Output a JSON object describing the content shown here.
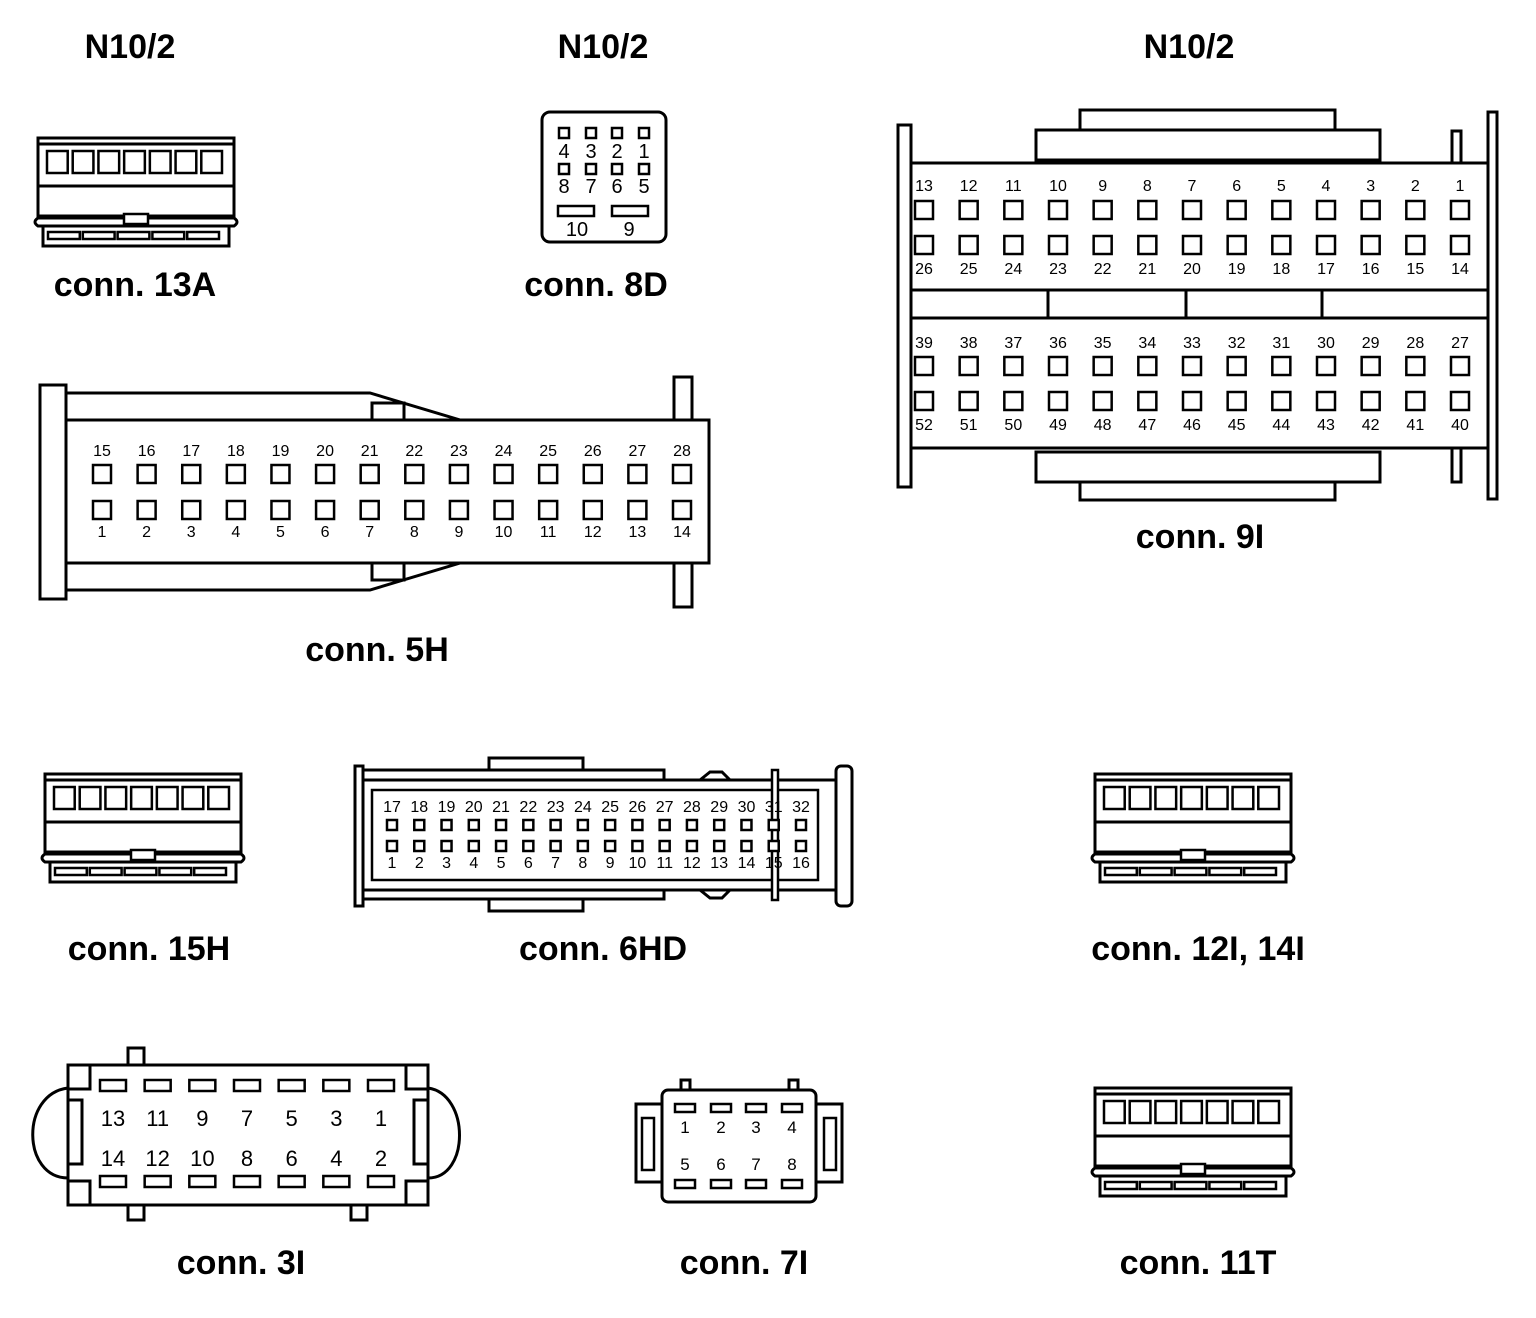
{
  "headers": [
    "N10/2",
    "N10/2",
    "N10/2"
  ],
  "connectors": {
    "c13a": {
      "label": "conn. 13A"
    },
    "c8d": {
      "label": "conn. 8D",
      "top_pins": [
        "4",
        "3",
        "2",
        "1"
      ],
      "mid_pins": [
        "8",
        "7",
        "6",
        "5"
      ],
      "bottom_pins": [
        "10",
        "9"
      ]
    },
    "c9i": {
      "label": "conn. 9I",
      "row1": [
        "13",
        "12",
        "11",
        "10",
        "9",
        "8",
        "7",
        "6",
        "5",
        "4",
        "3",
        "2",
        "1"
      ],
      "row2": [
        "26",
        "25",
        "24",
        "23",
        "22",
        "21",
        "20",
        "19",
        "18",
        "17",
        "16",
        "15",
        "14"
      ],
      "row3": [
        "39",
        "38",
        "37",
        "36",
        "35",
        "34",
        "33",
        "32",
        "31",
        "30",
        "29",
        "28",
        "27"
      ],
      "row4": [
        "52",
        "51",
        "50",
        "49",
        "48",
        "47",
        "46",
        "45",
        "44",
        "43",
        "42",
        "41",
        "40"
      ]
    },
    "c5h": {
      "label": "conn. 5H",
      "top": [
        "15",
        "16",
        "17",
        "18",
        "19",
        "20",
        "21",
        "22",
        "23",
        "24",
        "25",
        "26",
        "27",
        "28"
      ],
      "bottom": [
        "1",
        "2",
        "3",
        "4",
        "5",
        "6",
        "7",
        "8",
        "9",
        "10",
        "11",
        "12",
        "13",
        "14"
      ]
    },
    "c15h": {
      "label": "conn. 15H"
    },
    "c6hd": {
      "label": "conn. 6HD",
      "top": [
        "17",
        "18",
        "19",
        "20",
        "21",
        "22",
        "23",
        "24",
        "25",
        "26",
        "27",
        "28",
        "29",
        "30",
        "31",
        "32"
      ],
      "bottom": [
        "1",
        "2",
        "3",
        "4",
        "5",
        "6",
        "7",
        "8",
        "9",
        "10",
        "11",
        "12",
        "13",
        "14",
        "15",
        "16"
      ]
    },
    "c12i": {
      "label": "conn. 12I, 14I"
    },
    "c3i": {
      "label": "conn. 3I",
      "top": [
        "13",
        "11",
        "9",
        "7",
        "5",
        "3",
        "1"
      ],
      "bottom": [
        "14",
        "12",
        "10",
        "8",
        "6",
        "4",
        "2"
      ]
    },
    "c7i": {
      "label": "conn. 7I",
      "top": [
        "1",
        "2",
        "3",
        "4"
      ],
      "bottom": [
        "5",
        "6",
        "7",
        "8"
      ]
    },
    "c11t": {
      "label": "conn. 11T"
    }
  }
}
